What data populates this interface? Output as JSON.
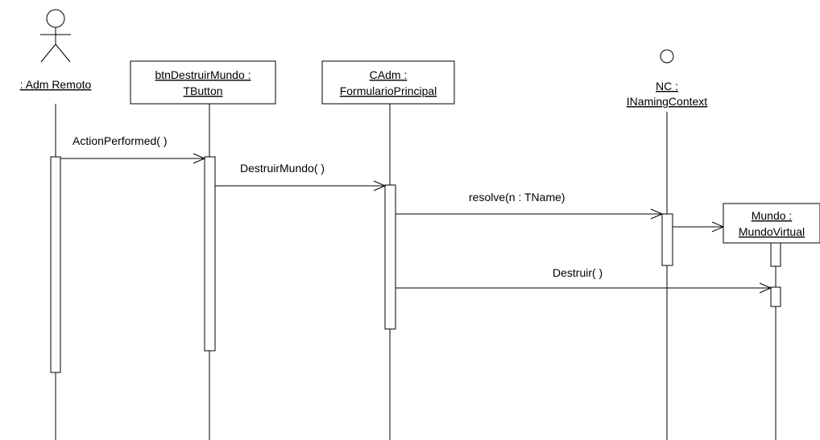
{
  "participants": {
    "actor": {
      "name": ": Adm Remoto"
    },
    "button": {
      "line1": "btnDestruirMundo :",
      "line2": "TButton"
    },
    "form": {
      "line1": "CAdm :",
      "line2": "FormularioPrincipal"
    },
    "naming": {
      "line1": "NC :",
      "line2": "INamingContext"
    },
    "mundo": {
      "line1": "Mundo :",
      "line2": "MundoVirtual"
    }
  },
  "messages": {
    "m1": "ActionPerformed( )",
    "m2": "DestruirMundo( )",
    "m3": "resolve(n : TName)",
    "m4": "Destruir( )"
  }
}
